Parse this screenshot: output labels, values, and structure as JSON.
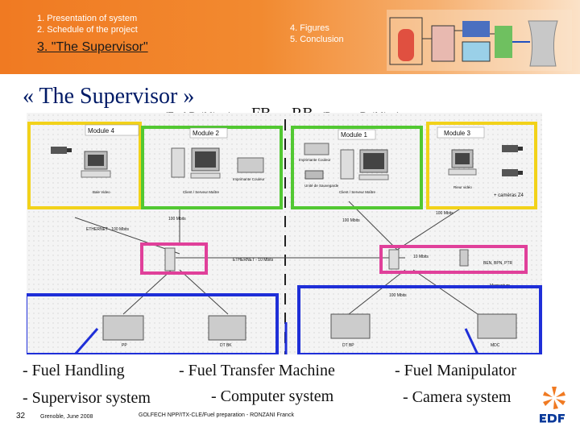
{
  "header": {
    "nav": [
      "1. Presentation of system",
      "2. Schedule of the project",
      "3. \"The Supervisor\"",
      "4. Figures",
      "5. Conclusion"
    ]
  },
  "title": "« The Supervisor »",
  "subtitle": {
    "fb": "FB",
    "fb_sub": "(Fuel Building )",
    "rb": "RB",
    "rb_sub": "(Reactor Building)"
  },
  "diagram": {
    "modules": {
      "module4": "Module 4",
      "module2": "Module 2",
      "module1": "Module 1",
      "module3": "Module 3"
    },
    "labels": {
      "bale_video": "Bale Video",
      "client_serveur_master": "Client / Serveur Maître",
      "imprimante_couleur": "Imprimante Couleur",
      "imprimante_couleur2": "Imprimante Couleur",
      "unite_sauvegarde": "Unité de Sauvegarde",
      "client_serveur_master2": "Client / Serveur Maître",
      "rieur_video": "Rieur vidéo",
      "cameras_z4": "+ caméras Z4",
      "ethernet_100": "ETHERNET - 100 Mbits",
      "mbits_100_a": "100 Mbits",
      "mbits_100_b": "100 Mbits",
      "mbits_100_c": "100 Mbits",
      "ethernet_10": "ETHERNET - 10 Mbits",
      "mbits_10": "10 Mbits",
      "ben_bpn_ptr": "BEN, BPN, PTR",
      "momentum": "Momentum",
      "mbits_100_d": "100 Mbits",
      "pp": "PP",
      "dt_bk": "DT BK",
      "dt_bp": "DT BP",
      "mdc": "MDC"
    }
  },
  "captions": {
    "fuel_handling": "- Fuel Handling",
    "fuel_transfer": "- Fuel Transfer Machine",
    "fuel_manipulator": "- Fuel Manipulator",
    "supervisor_system": "- Supervisor system",
    "computer_system": "- Computer system",
    "camera_system": "- Camera system"
  },
  "footer": {
    "page": "32",
    "date": "Grenoble, June 2008",
    "doc": "GOLFECH NPP/ITX-CLE/Fuel preparation - RONZANI Franck"
  },
  "colors": {
    "orange": "#f07a22",
    "yellow": "#f2d21a",
    "green": "#52c832",
    "magenta": "#e0409a",
    "blue": "#1f2fd8",
    "title_navy": "#001a66"
  }
}
